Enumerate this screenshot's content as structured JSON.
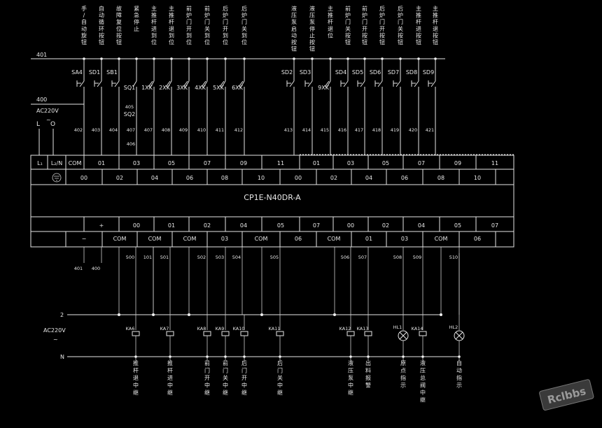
{
  "colors": {
    "background": "#000000",
    "line": "#e6e6e6"
  },
  "rails": {
    "top": "401",
    "mid": "400",
    "out_top": "2",
    "out_bottom": "N"
  },
  "supply": {
    "in": "AC220V",
    "out": "AC220V",
    "L": "L",
    "O": "O",
    "tilde": "~"
  },
  "plc": {
    "model": "CP1E-N40DR-A",
    "L1": "L₁",
    "L2N": "L₂/N",
    "COM": "COM",
    "plus": "+",
    "minus": "−"
  },
  "inputs": [
    {
      "label": "手/自动旋钮",
      "tag": "SA4",
      "wire": "402"
    },
    {
      "label": "自动循环按钮",
      "tag": "SD1",
      "wire": "403"
    },
    {
      "label": "故障复位按钮",
      "tag": "SB1",
      "wire": "404"
    },
    {
      "label": "紧急停止",
      "tag": "SQ1",
      "wire": "407",
      "extra_tag": "SQ2",
      "extra_wire": "405",
      "extra_wire2": "406"
    },
    {
      "label": "主推杆进到位",
      "tag": "1XK",
      "wire": "407"
    },
    {
      "label": "主推杆退到位",
      "tag": "2XK",
      "wire": "408"
    },
    {
      "label": "前炉门开到位",
      "tag": "3XK",
      "wire": "409"
    },
    {
      "label": "前炉门关到位",
      "tag": "4XK",
      "wire": "410"
    },
    {
      "label": "后炉门开到位",
      "tag": "5XK",
      "wire": "411"
    },
    {
      "label": "后炉门关到位",
      "tag": "6XK",
      "wire": "412"
    },
    {
      "label": "液压泵启动按钮",
      "tag": "SD2",
      "wire": "413"
    },
    {
      "label": "液压泵停止按钮",
      "tag": "SD3",
      "wire": "414"
    },
    {
      "label": "主推杆退位",
      "tag": "9XK",
      "wire": "415"
    },
    {
      "label": "前炉门关按钮",
      "tag": "SD4",
      "wire": "416"
    },
    {
      "label": "前炉门开按钮",
      "tag": "SD5",
      "wire": "417"
    },
    {
      "label": "后炉门开按钮",
      "tag": "SD6",
      "wire": "418"
    },
    {
      "label": "后炉门关按钮",
      "tag": "SD7",
      "wire": "419"
    },
    {
      "label": "主推杆进按钮",
      "tag": "SD8",
      "wire": "420"
    },
    {
      "label": "主推杆退按钮",
      "tag": "SD9",
      "wire": "421"
    }
  ],
  "in_row1": [
    "COM",
    "01",
    "03",
    "05",
    "07",
    "09",
    "11",
    "01",
    "03",
    "05",
    "07",
    "09",
    "11"
  ],
  "in_row2": [
    "00",
    "02",
    "04",
    "06",
    "08",
    "10",
    "00",
    "02",
    "04",
    "06",
    "08",
    "10"
  ],
  "out_row1": [
    "+",
    "00",
    "01",
    "02",
    "04",
    "05",
    "07",
    "00",
    "02",
    "04",
    "05",
    "07"
  ],
  "out_row2": [
    "−",
    "COM",
    "COM",
    "COM",
    "03",
    "COM",
    "06",
    "COM",
    "01",
    "03",
    "COM",
    "06"
  ],
  "out_wires": [
    "401",
    "400",
    "500",
    "101",
    "501",
    "502",
    "503",
    "504",
    "505",
    "506",
    "507",
    "508",
    "509",
    "510"
  ],
  "outputs": [
    {
      "tag": "KA6",
      "label": "推杆退中继"
    },
    {
      "tag": "KA7",
      "label": "推杆进中继"
    },
    {
      "tag": "KA8",
      "label": "前门开中继"
    },
    {
      "tag": "KA9",
      "label": "前门关中继"
    },
    {
      "tag": "KA10",
      "label": "后门开中继"
    },
    {
      "tag": "KA11",
      "label": "后门关中继"
    },
    {
      "tag": "KA12",
      "label": "液压泵中继"
    },
    {
      "tag": "KA13",
      "label": "出料报警"
    },
    {
      "tag": "HL1",
      "label": "原点指示"
    },
    {
      "tag": "KA14",
      "label": "液压总阀中继"
    },
    {
      "tag": "HL2",
      "label": "自动指示"
    }
  ],
  "watermark": "Rclbbs"
}
